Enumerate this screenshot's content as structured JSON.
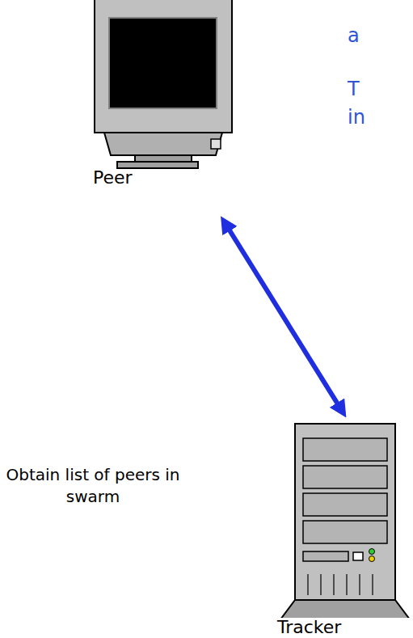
{
  "diagram": {
    "nodes": [
      {
        "text": [
          "Peer"
        ]
      },
      {
        "text": [
          "Tracker"
        ]
      }
    ],
    "edges": [
      {
        "from": 0,
        "to": 1,
        "label": "Obtain list of peers in swarm",
        "arrow": "both"
      }
    ],
    "labels": [
      "a",
      "T",
      "in"
    ]
  }
}
